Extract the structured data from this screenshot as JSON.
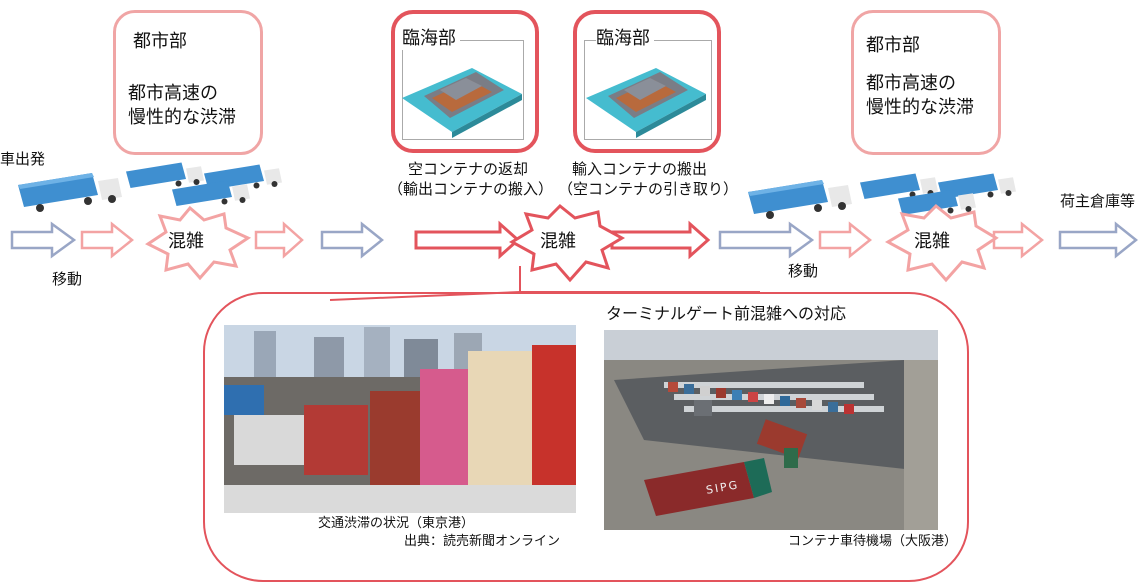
{
  "left_region": {
    "label": "都市部",
    "description": [
      "都市高速の",
      "慢性的な渋滞"
    ]
  },
  "port_import": {
    "label": "臨海部",
    "caption": [
      "空コンテナの返却",
      "（輸出コンテナの搬入）"
    ]
  },
  "port_export": {
    "label": "臨海部",
    "caption": [
      "輸入コンテナの搬出",
      "（空コンテナの引き取り）"
    ]
  },
  "right_region": {
    "label": "都市部",
    "description": [
      "都市高速の",
      "慢性的な渋滞"
    ]
  },
  "start_label": "車出発",
  "end_label": "荷主倉庫等",
  "move_label_left": "移動",
  "move_label_right": "移動",
  "congestion": {
    "left": "混雑",
    "center": "混雑",
    "right": "混雑"
  },
  "detail_panel": {
    "photo_left_caption": "交通渋滞の状況（東京港）",
    "photo_left_source": "出典：読売新聞オンライン",
    "photo_right_title": "ターミナルゲート前混雑への対応",
    "photo_right_caption": "コンテナ車待機場（大阪港）",
    "container_text": "SIPG"
  },
  "colors": {
    "pink_light": "#f6b5b5",
    "pink_border": "#f0a5a5",
    "red_strong": "#e3545c",
    "blue_arrow": "#b3bdd6",
    "truck_blue": "#3f8fd0"
  }
}
